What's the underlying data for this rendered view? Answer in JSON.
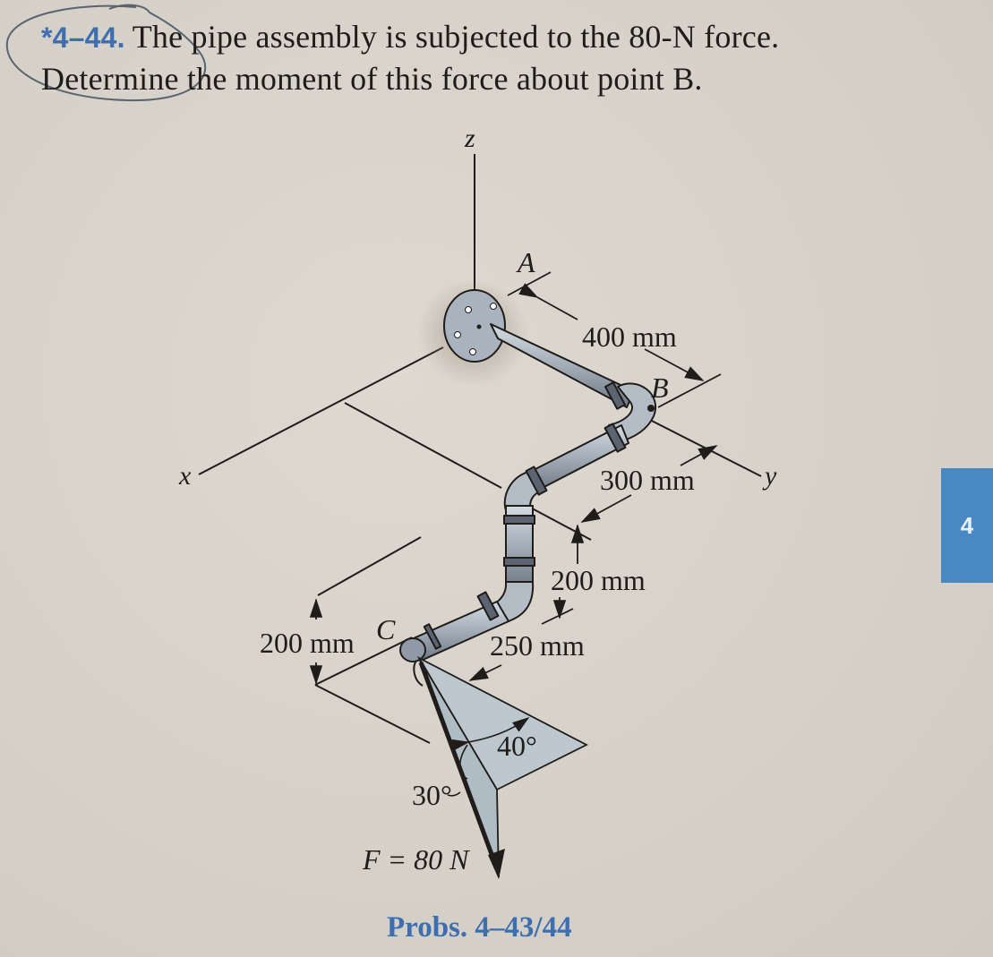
{
  "problem": {
    "number": "*4–44.",
    "text_line1": "The pipe assembly is subjected to the 80-N force.",
    "text_line2": "Determine the moment of this force about point B."
  },
  "diagram": {
    "axes": {
      "x": "x",
      "y": "y",
      "z": "z"
    },
    "points": {
      "A": "A",
      "B": "B",
      "C": "C"
    },
    "dimensions": {
      "d400": "400 mm",
      "d300": "300 mm",
      "d200_right": "200 mm",
      "d200_left": "200 mm",
      "d250": "250 mm"
    },
    "angles": {
      "a40": "40°",
      "a30": "30°"
    },
    "force": "F = 80 N"
  },
  "caption": "Probs. 4–43/44",
  "chapter_tab": "4",
  "colors": {
    "accent_blue": "#3d6fb0",
    "tab_blue": "#4a88c4",
    "pipe_gray": "#a9b3bd",
    "plane_fill": "#b9c6cf",
    "paper": "#d8d3cb"
  }
}
